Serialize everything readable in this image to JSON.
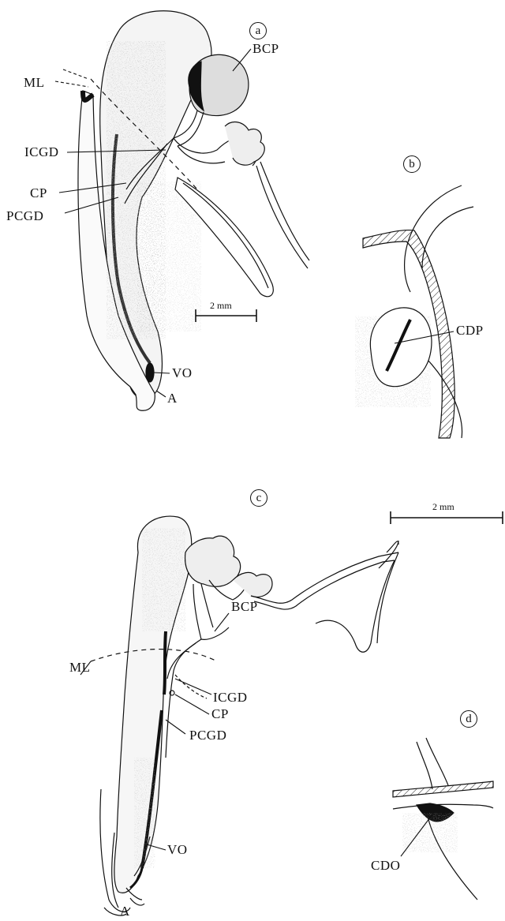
{
  "panels": {
    "a": "a",
    "b": "b",
    "c": "c",
    "d": "d"
  },
  "panel_a": {
    "labels": {
      "ML": "ML",
      "BCP": "BCP",
      "ICGD": "ICGD",
      "CP": "CP",
      "PCGD": "PCGD",
      "VO": "VO",
      "A": "A"
    },
    "scale": "2 mm"
  },
  "panel_b": {
    "labels": {
      "CDP": "CDP"
    }
  },
  "panel_c": {
    "labels": {
      "BCP": "BCP",
      "ML": "ML",
      "ICGD": "ICGD",
      "CP": "CP",
      "PCGD": "PCGD",
      "VO": "VO",
      "A": "A"
    },
    "scale": "2 mm"
  },
  "panel_d": {
    "labels": {
      "CDO": "CDO"
    }
  },
  "colors": {
    "ink": "#111111",
    "paper": "#ffffff",
    "stipple": "#555555"
  }
}
